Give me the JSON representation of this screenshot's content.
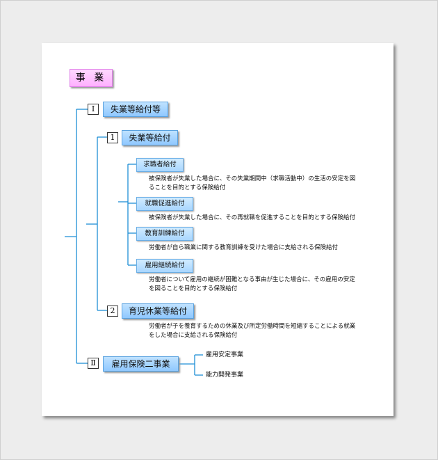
{
  "title": "事 業",
  "section1": {
    "numeral": "Ⅰ",
    "label": "失業等給付等",
    "sub1": {
      "number": "1",
      "label": "失業等給付",
      "items": [
        {
          "label": "求職者給付",
          "desc": "被保険者が失業した場合に、その失業期間中（求職活動中）の生活の安定を図ることを目的とする保険給付"
        },
        {
          "label": "就職促進給付",
          "desc": "被保険者が失業した場合に、その再就職を促進することを目的とする保険給付"
        },
        {
          "label": "教育訓練給付",
          "desc": "労働者が自ら職業に関する教育訓練を受けた場合に支給される保険給付"
        },
        {
          "label": "雇用継続給付",
          "desc": "労働者について雇用の継続が困難となる事由が生じた場合に、その雇用の安定を図ることを目的とする保険給付"
        }
      ]
    },
    "sub2": {
      "number": "2",
      "label": "育児休業等給付",
      "desc": "労働者が子を養育するための休業及び所定労働時間を短縮することによる就業をした場合に支給される保険給付"
    }
  },
  "section2": {
    "numeral": "Ⅱ",
    "label": "雇用保険二事業",
    "items": [
      "雇用安定事業",
      "能力開発事業"
    ]
  },
  "colors": {
    "line": "#1e8fd6",
    "title_bg": "#ffb0ff",
    "box_bg": "#8fc8ff"
  }
}
